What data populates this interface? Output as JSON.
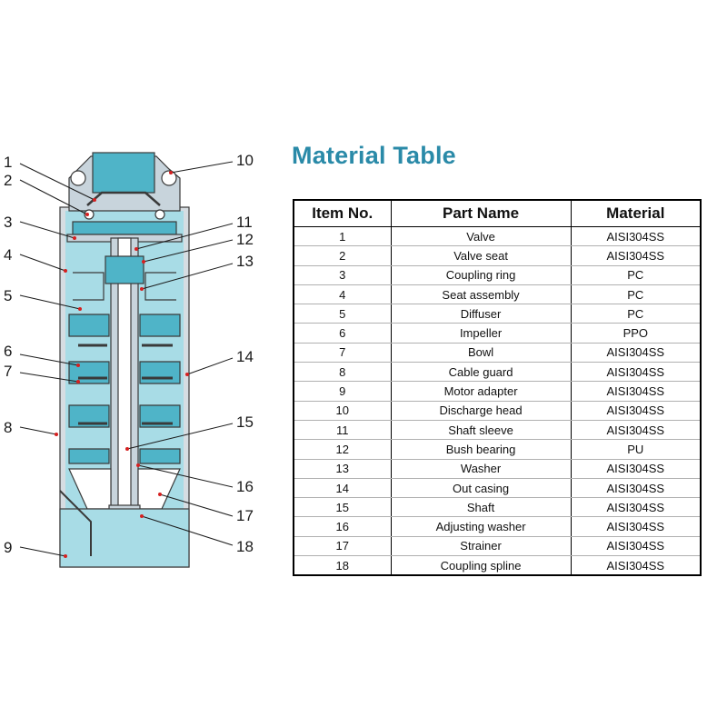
{
  "diagram": {
    "callouts": [
      "1",
      "2",
      "3",
      "4",
      "5",
      "6",
      "7",
      "8",
      "9",
      "10",
      "11",
      "12",
      "13",
      "14",
      "15",
      "16",
      "17",
      "18"
    ],
    "colors": {
      "water": "#a8dce6",
      "water_dark": "#4fb4c8",
      "outline": "#3a3a3a",
      "steel": "#c8d4dc",
      "marker": "#d62020"
    }
  },
  "table": {
    "title": "Material Table",
    "headers": [
      "Item No.",
      "Part Name",
      "Material"
    ],
    "rows": [
      [
        "1",
        "Valve",
        "AISI304SS"
      ],
      [
        "2",
        "Valve seat",
        "AISI304SS"
      ],
      [
        "3",
        "Coupling ring",
        "PC"
      ],
      [
        "4",
        "Seat assembly",
        "PC"
      ],
      [
        "5",
        "Diffuser",
        "PC"
      ],
      [
        "6",
        "Impeller",
        "PPO"
      ],
      [
        "7",
        "Bowl",
        "AISI304SS"
      ],
      [
        "8",
        "Cable guard",
        "AISI304SS"
      ],
      [
        "9",
        "Motor adapter",
        "AISI304SS"
      ],
      [
        "10",
        "Discharge head",
        "AISI304SS"
      ],
      [
        "11",
        "Shaft sleeve",
        "AISI304SS"
      ],
      [
        "12",
        "Bush bearing",
        "PU"
      ],
      [
        "13",
        "Washer",
        "AISI304SS"
      ],
      [
        "14",
        "Out casing",
        "AISI304SS"
      ],
      [
        "15",
        "Shaft",
        "AISI304SS"
      ],
      [
        "16",
        "Adjusting washer",
        "AISI304SS"
      ],
      [
        "17",
        "Strainer",
        "AISI304SS"
      ],
      [
        "18",
        "Coupling spline",
        "AISI304SS"
      ]
    ]
  }
}
